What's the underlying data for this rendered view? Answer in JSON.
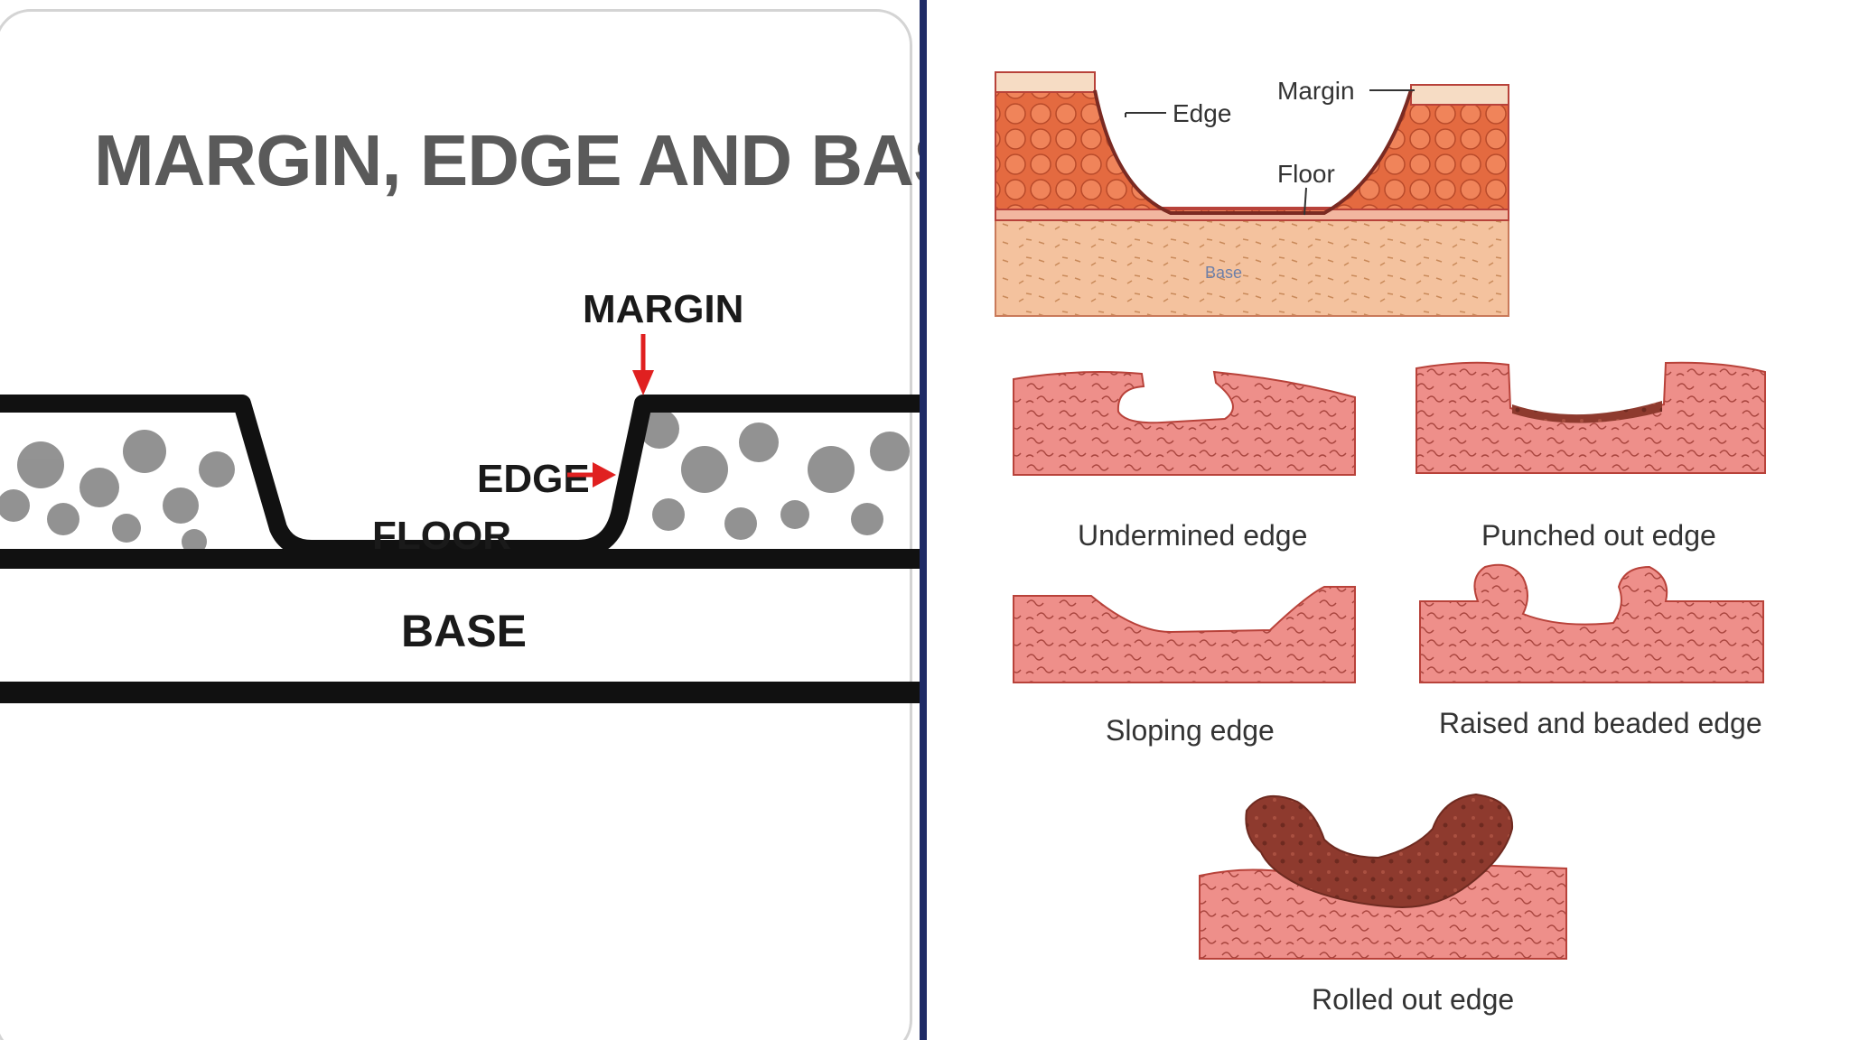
{
  "left": {
    "title": "MARGIN, EDGE AND BASE",
    "labels": {
      "margin": "MARGIN",
      "edge": "EDGE",
      "floor": "FLOOR",
      "base": "BASE"
    },
    "arrow_color": "#e02020"
  },
  "right": {
    "top_labels": {
      "edge": "Edge",
      "margin": "Margin",
      "floor": "Floor",
      "base": "Base"
    },
    "captions": {
      "undermined": "Undermined edge",
      "punched": "Punched out edge",
      "sloping": "Sloping edge",
      "raised": "Raised and beaded edge",
      "rolled": "Rolled out edge"
    },
    "colors": {
      "tissue": "#ee8f8a",
      "tissue_dark": "#a8453e",
      "lesion": "#8e3a2e",
      "outline": "#b8423a",
      "cells": "#e46a40",
      "base": "#f4c29e"
    }
  },
  "divider_color": "#1f2b66"
}
